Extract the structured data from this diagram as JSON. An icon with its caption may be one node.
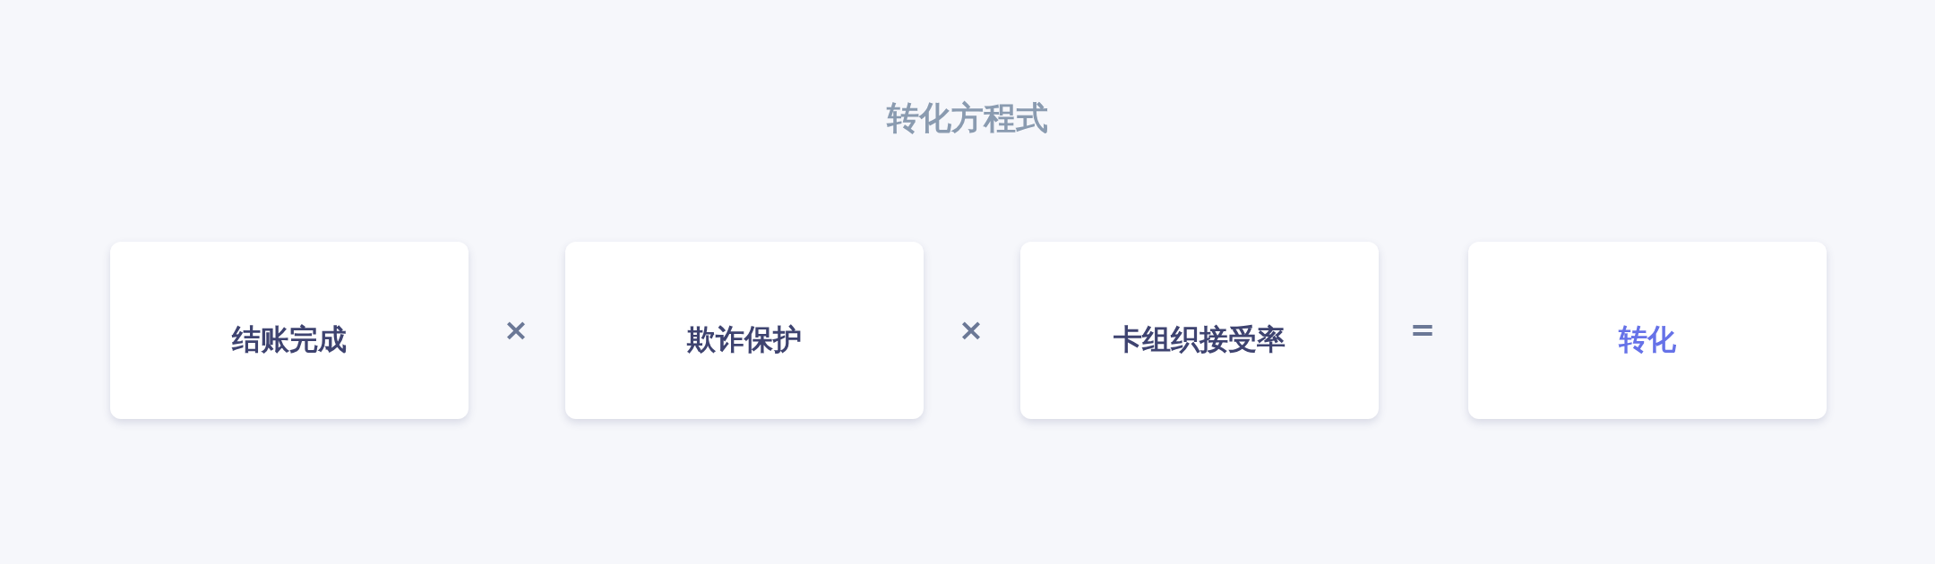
{
  "diagram": {
    "title": "转化方程式",
    "nodes": [
      {
        "text": [
          "结账完成"
        ]
      },
      {
        "text": [
          "欺诈保护"
        ]
      },
      {
        "text": [
          "卡组织接受率"
        ]
      },
      {
        "text": [
          "转化"
        ]
      }
    ],
    "labels": [
      "×",
      "×",
      "="
    ]
  }
}
